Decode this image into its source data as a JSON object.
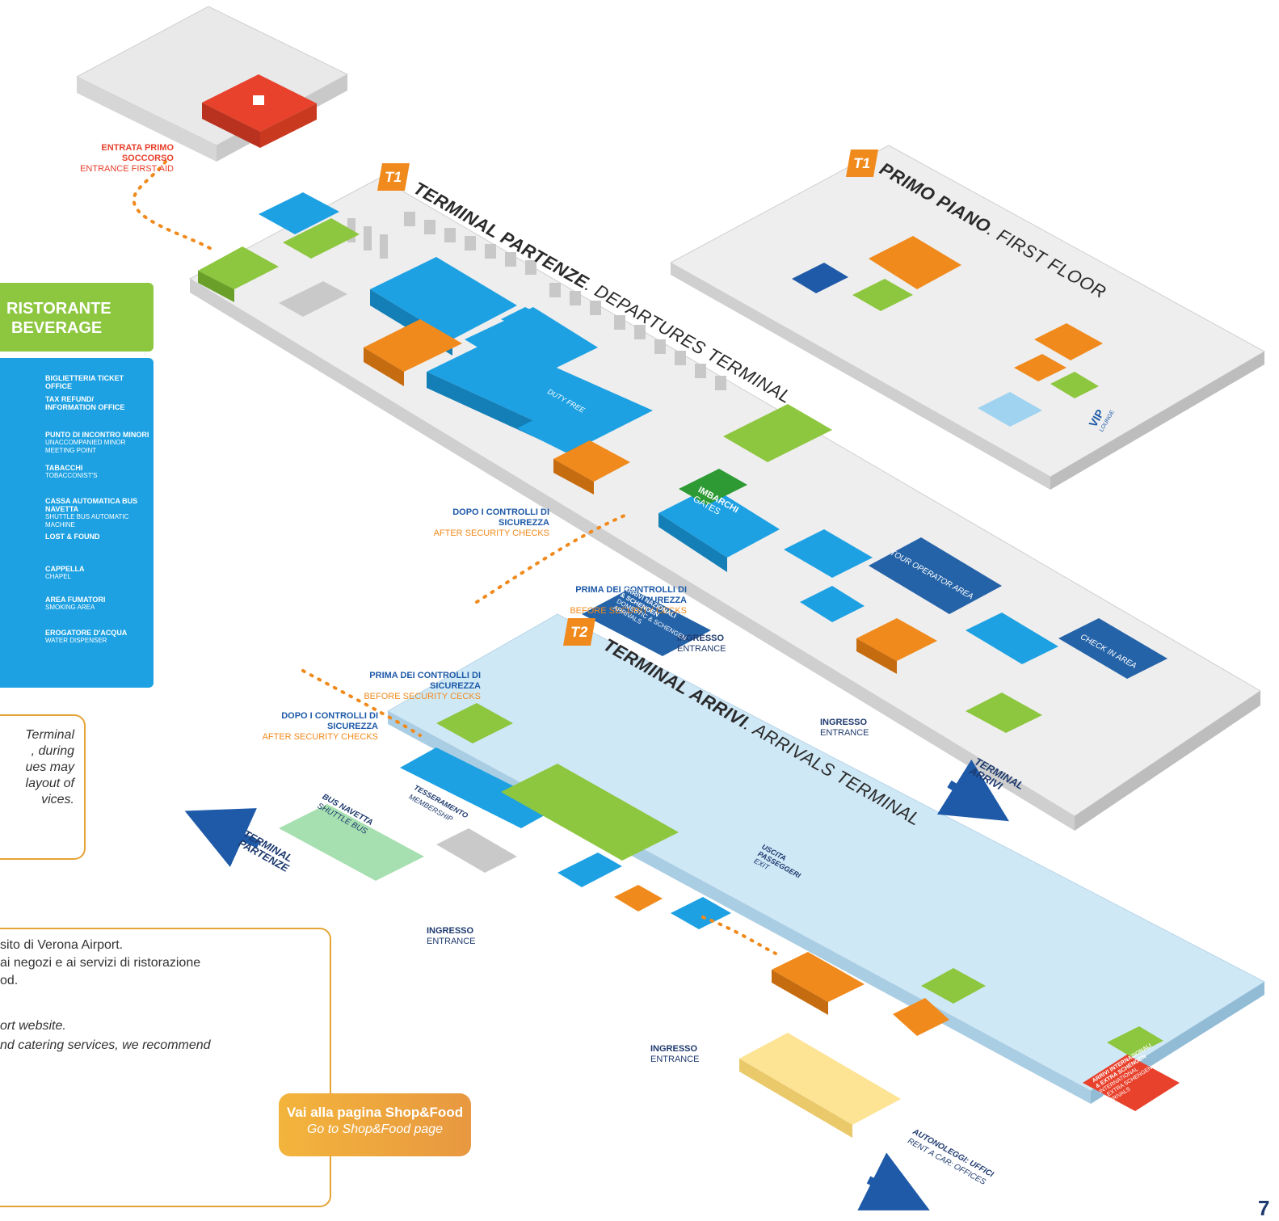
{
  "first_aid": {
    "it": "ENTRATA PRIMO SOCCORSO",
    "en": "ENTRANCE FIRST AID"
  },
  "titles": {
    "t1_badge": "T1",
    "t1_first_badge": "T1",
    "t2_badge": "T2",
    "departures_bold": "TERMINAL PARTENZE",
    "departures_rest": ". DEPARTURES TERMINAL",
    "first_floor_bold": "PRIMO PIANO",
    "first_floor_rest": ". FIRST FLOOR",
    "arrivals_bold": "TERMINAL ARRIVI",
    "arrivals_rest": ". ARRIVALS TERMINAL"
  },
  "legend": {
    "header_line1": "RISTORANTE",
    "header_line2": "BEVERAGE",
    "items": [
      {
        "it": "BIGLIETTERIA TICKET OFFICE",
        "en": ""
      },
      {
        "it": "TAX REFUND/",
        "en": "INFORMATION OFFICE"
      },
      {
        "it": "PUNTO DI INCONTRO MINORI",
        "en": "UNACCOMPANIED MINOR MEETING POINT"
      },
      {
        "it": "TABACCHI",
        "en": "TOBACCONIST'S"
      },
      {
        "it": "CASSA AUTOMATICA BUS NAVETTA",
        "en": "SHUTTLE BUS AUTOMATIC MACHINE"
      },
      {
        "it": "LOST & FOUND",
        "en": ""
      },
      {
        "it": "CAPPELLA",
        "en": "CHAPEL"
      },
      {
        "it": "AREA FUMATORI",
        "en": "SMOKING AREA"
      },
      {
        "it": "EROGATORE D'ACQUA",
        "en": "WATER DISPENSER"
      }
    ]
  },
  "labels": {
    "after_security_1": {
      "it": "DOPO I CONTROLLI DI SICUREZZA",
      "en": "AFTER SECURITY CHECKS"
    },
    "before_security_1": {
      "it": "PRIMA DEI CONTROLLI DI SICUREZZA",
      "en": "BEFORE SECURITY CECKS"
    },
    "before_security_2": {
      "it": "PRIMA DEI CONTROLLI DI SICUREZZA",
      "en": "BEFORE SECURITY CECKS"
    },
    "after_security_2": {
      "it": "DOPO I CONTROLLI DI SICUREZZA",
      "en": "AFTER SECURITY CHECKS"
    },
    "entrance_1": {
      "it": "INGRESSO",
      "en": "ENTRANCE"
    },
    "entrance_2": {
      "it": "INGRESSO",
      "en": "ENTRANCE"
    },
    "entrance_3": {
      "it": "INGRESSO",
      "en": "ENTRANCE"
    },
    "entrance_4": {
      "it": "INGRESSO",
      "en": "ENTRANCE"
    },
    "duty_free": "DUTY FREE",
    "imbarchi": "IMBARCHI",
    "gates": "GATES",
    "tour_operator": "TOUR OPERATOR AREA",
    "check_in": "CHECK IN AREA",
    "vip": "VIP",
    "lounge": "LOUNGE",
    "terminal_arrivi_1": "TERMINAL",
    "terminal_arrivi_2": "ARRIVI",
    "terminal_partenze_1": "TERMINAL",
    "terminal_partenze_2": "PARTENZE",
    "bus_navetta": "BUS NAVETTA",
    "shuttle_bus": "SHUTTLE BUS",
    "tesseramento": "TESSERAMENTO",
    "membership": "MEMBERSHIP",
    "arrivi_nazionali_1": "ARRIVI NAZIONALI",
    "arrivi_nazionali_2": "& SCHENGEN",
    "arrivi_nazionali_3": "DOMESTIC & SCHENGEN",
    "arrivi_nazionali_4": "ARRIVALS",
    "uscita": "USCITA",
    "passeggeri": "PASSEGGERI",
    "exit": "EXIT",
    "arrivi_int_1": "ARRIVI INTERNAZIONALI",
    "arrivi_int_2": "& EXTRA SCHENGEN",
    "arrivi_int_3": "INTERNATIONAL",
    "arrivi_int_4": "& EXTRA SCHENGEN",
    "arrivi_int_5": "ARRIVALS",
    "autonoleggi_1": "AUTONOLEGGI: UFFICI",
    "autonoleggi_2": "RENT A CAR: OFFICES"
  },
  "note1": "Terminal\n, during\nues may\nlayout of\nvices.",
  "note2": {
    "line1": "sito di Verona Airport.",
    "line2": "ai negozi e ai servizi di ristorazione",
    "line3": "od.",
    "line4": "ort website.",
    "line5": "nd catering services, we recommend"
  },
  "shop_button": {
    "it": "Vai alla pagina Shop&Food",
    "en": "Go to Shop&Food page"
  },
  "page_number": "7",
  "colors": {
    "shop_blue": "#1da1e3",
    "restaurant_orange": "#f08a1c",
    "service_green": "#8dc63f",
    "first_aid_red": "#e8412c",
    "navy": "#1e5aa8",
    "arrivals_bg": "#cfe8f6",
    "floor_grey": "#ececec"
  }
}
